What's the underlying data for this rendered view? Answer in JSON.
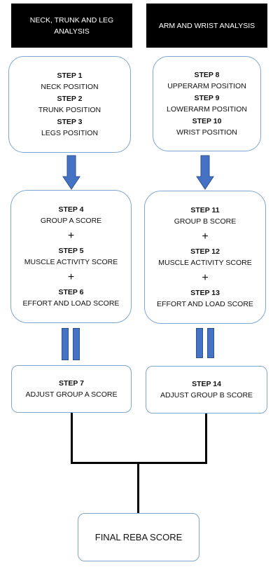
{
  "headers": {
    "left": {
      "line1": "NECK, TRUNK AND LEG",
      "line2": "ANALYSIS"
    },
    "right": {
      "line1": "ARM AND WRIST ANALYSIS"
    }
  },
  "left_input": [
    {
      "step": "STEP 1",
      "desc": "NECK POSITION"
    },
    {
      "step": "STEP 2",
      "desc": "TRUNK POSITION"
    },
    {
      "step": "STEP 3",
      "desc": "LEGS POSITION"
    }
  ],
  "right_input": [
    {
      "step": "STEP 8",
      "desc": "UPPERARM POSITION"
    },
    {
      "step": "STEP 9",
      "desc": "LOWERARM POSITION"
    },
    {
      "step": "STEP 10",
      "desc": "WRIST POSITION"
    }
  ],
  "left_score": [
    {
      "step": "STEP 4",
      "desc": "GROUP A SCORE"
    },
    {
      "step": "STEP 5",
      "desc": "MUSCLE ACTIVITY SCORE"
    },
    {
      "step": "STEP 6",
      "desc": "EFFORT AND LOAD SCORE"
    }
  ],
  "right_score": [
    {
      "step": "STEP 11",
      "desc": "GROUP B SCORE"
    },
    {
      "step": "STEP 12",
      "desc": "MUSCLE ACTIVITY SCORE"
    },
    {
      "step": "STEP 13",
      "desc": "EFFORT AND LOAD SCORE"
    }
  ],
  "plus_sign": "+",
  "left_adjust": {
    "step": "STEP 7",
    "desc": "ADJUST GROUP A SCORE"
  },
  "right_adjust": {
    "step": "STEP 14",
    "desc": "ADJUST GROUP B SCORE"
  },
  "final": "FINAL REBA SCORE",
  "colors": {
    "header_bg": "#000000",
    "box_border": "#7ea6d2",
    "arrow_fill": "#4472c4",
    "connector": "#000000"
  }
}
